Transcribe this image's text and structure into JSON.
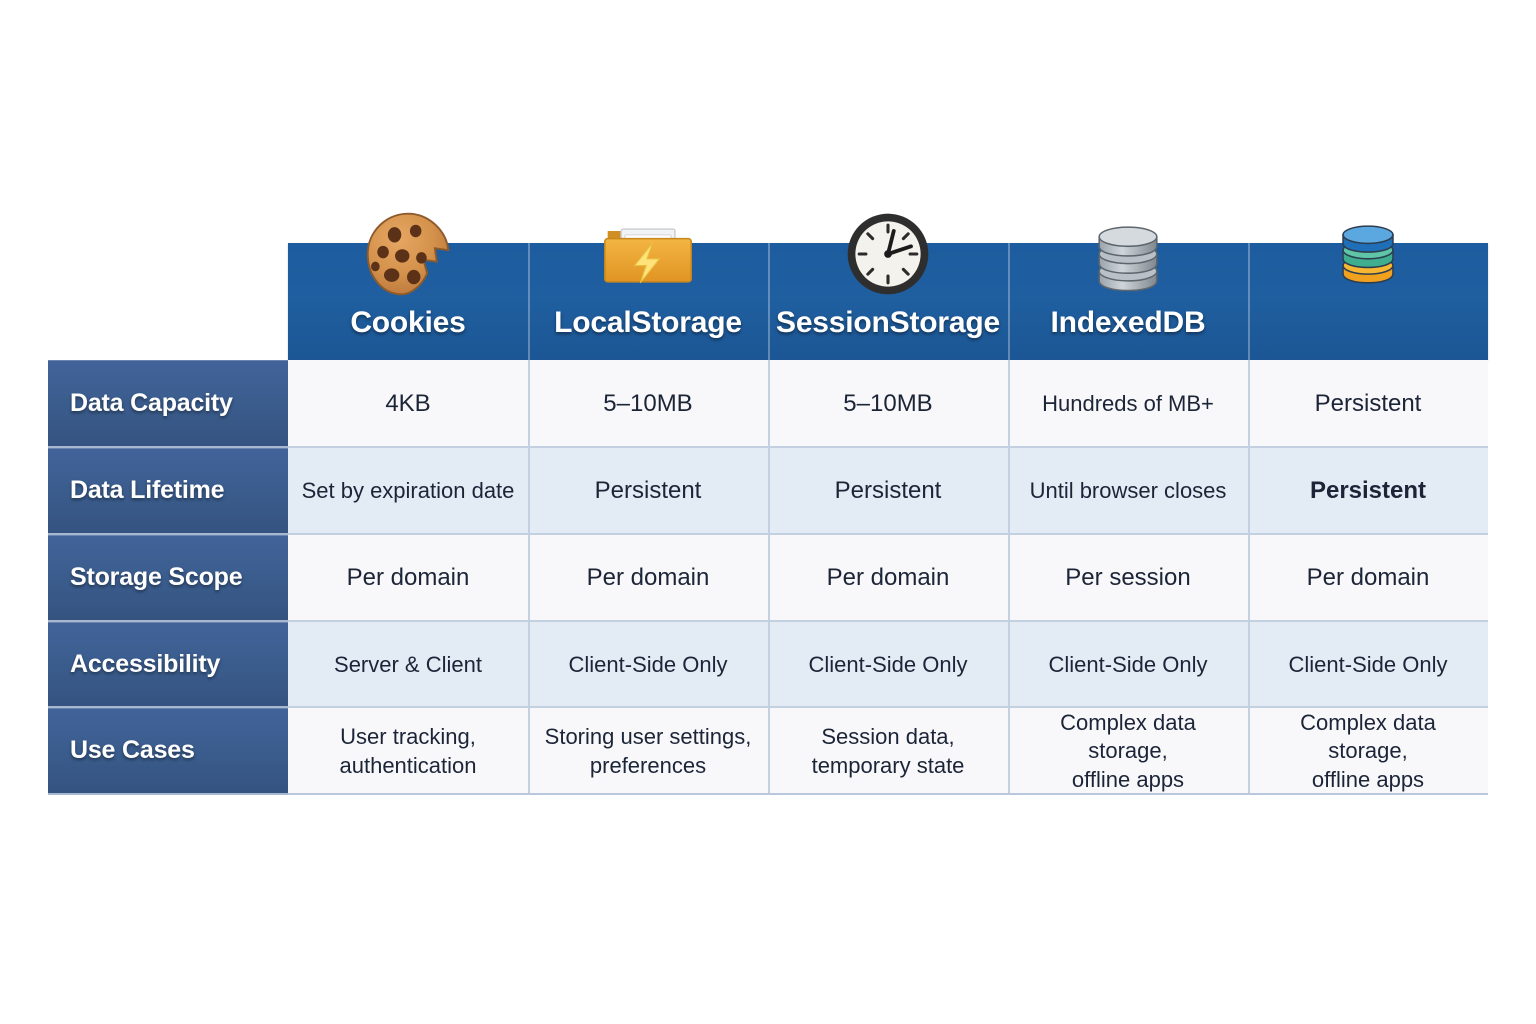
{
  "table": {
    "corner_label": "",
    "columns": [
      {
        "label": "Cookies",
        "icon": "cookie-icon"
      },
      {
        "label": "LocalStorage",
        "icon": "folder-lightning-icon"
      },
      {
        "label": "SessionStorage",
        "icon": "clock-icon"
      },
      {
        "label": "IndexedDB",
        "icon": "database-gray-icon"
      },
      {
        "label": "",
        "icon": "database-color-icon"
      }
    ],
    "rows": [
      {
        "label": "Data Capacity",
        "cells": [
          "4KB",
          "5–10MB",
          "5–10MB",
          "Hundreds of MB+",
          "Persistent"
        ]
      },
      {
        "label": "Data Lifetime",
        "cells": [
          "Set by expiration date",
          "Persistent",
          "Persistent",
          "Until browser closes",
          "Persistent"
        ]
      },
      {
        "label": "Storage Scope",
        "cells": [
          "Per domain",
          "Per domain",
          "Per domain",
          "Per session",
          "Per domain"
        ]
      },
      {
        "label": "Accessibility",
        "cells": [
          "Server & Client",
          "Client-Side Only",
          "Client-Side Only",
          "Client-Side Only",
          "Client-Side Only"
        ]
      },
      {
        "label": "Use Cases",
        "cells": [
          "User tracking,\nauthentication",
          "Storing user settings,\npreferences",
          "Session data,\ntemporary state",
          "Complex data storage,\noffline apps",
          "Complex data storage,\noffline apps"
        ]
      }
    ]
  },
  "colors": {
    "header_blue": "#1f5fa0",
    "rowlabel_blue": "#3a5c8c",
    "row_light": "#f8f8fa",
    "row_blue": "#e3ebf5",
    "grid_line": "#c3d0e2",
    "text_dark": "#1c2538",
    "text_light": "#ffffff"
  }
}
